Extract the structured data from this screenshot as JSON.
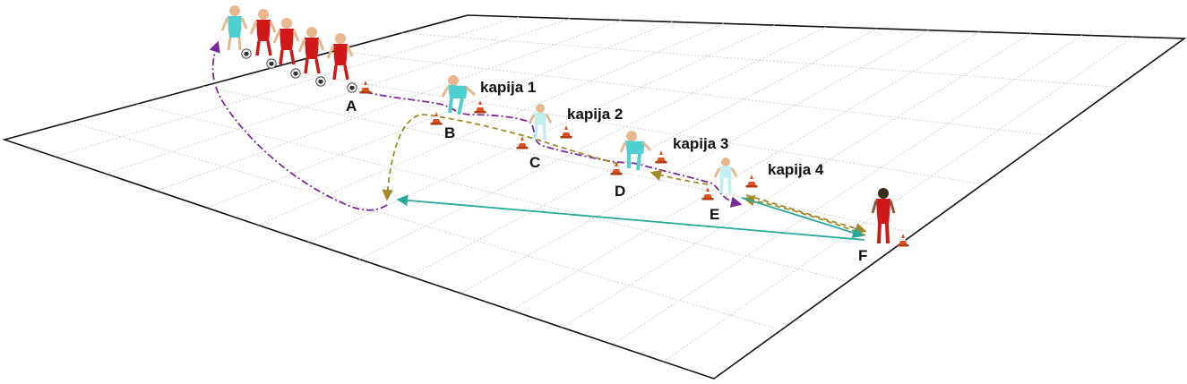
{
  "gate_labels": [
    "kapija 1",
    "kapija 2",
    "kapija 3",
    "kapija 4"
  ],
  "point_labels": [
    "A",
    "B",
    "C",
    "D",
    "E",
    "F"
  ],
  "colors": {
    "field_line": "#111111",
    "grid": "#c8c8c8",
    "dribble_path": "#7a2a9a",
    "return_path": "#a08a2a",
    "pass_path": "#2aa89a",
    "red_kit": "#d01818",
    "cyan_kit": "#4fd0d0",
    "cone": "#e0501e"
  },
  "icons": [
    "soccer-player-icon",
    "soccer-ball-icon",
    "training-cone-icon"
  ]
}
